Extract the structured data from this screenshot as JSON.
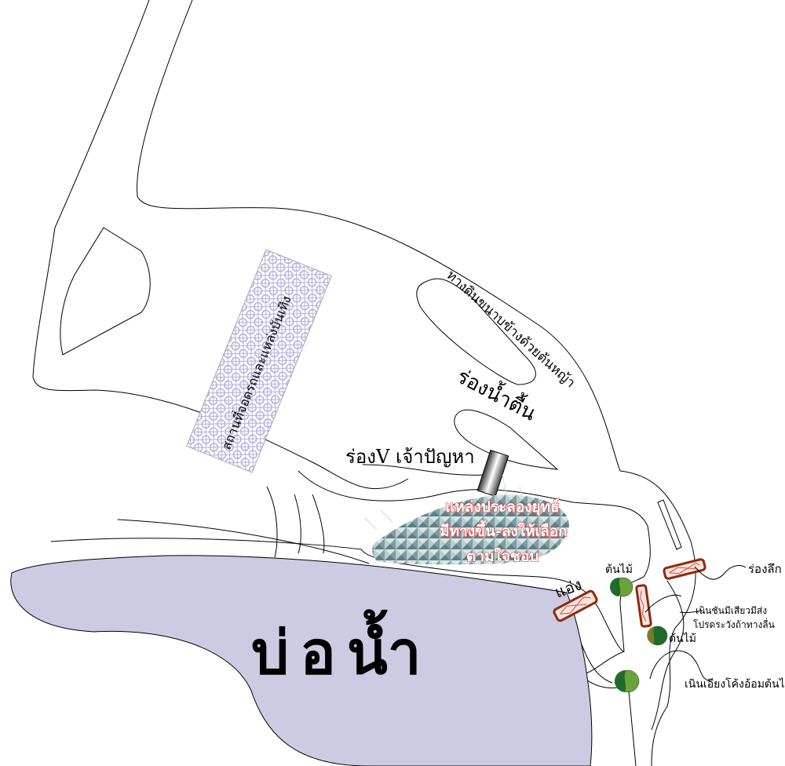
{
  "map": {
    "title": "บ่อน้ำ",
    "labels": {
      "parking": "สถานที่จอดรถและแหล่งบันเทิง",
      "dirt_path": "ทางดินขนาบข้างด้วยต้นหญ้า",
      "shallow_ditch": "ร่องน้ำตื้น",
      "v_ditch": "ร่องV เจ้าปัญหา",
      "arena_line1": "แหล่งประลองยุทธ์",
      "arena_line2": "มีทางขึ้น-ลงให้เลือก",
      "arena_line3": "ตามใจชอบ",
      "basin": "แอ่ง",
      "deep_ditch": "ร่องลึก",
      "steep_hill_line1": "เนินชันมีเสียวมีส่ง",
      "steep_hill_line2": "โปรดระวังถ้าทางลื่น",
      "tree1": "ต้นไม้",
      "tree2": "ต้นไม้",
      "sloped_hill": "เนินเอียงโค้งอ้อมต้นไม้"
    },
    "colors": {
      "pond": "#cdcbe3",
      "parking_pattern": "#b6b2dc",
      "arena": "#7f9ea3",
      "bridge": "#8a2b0c",
      "tree_dark": "#1f6b2a",
      "tree_light": "#6aa33a",
      "red_text": "#e8383a"
    }
  }
}
